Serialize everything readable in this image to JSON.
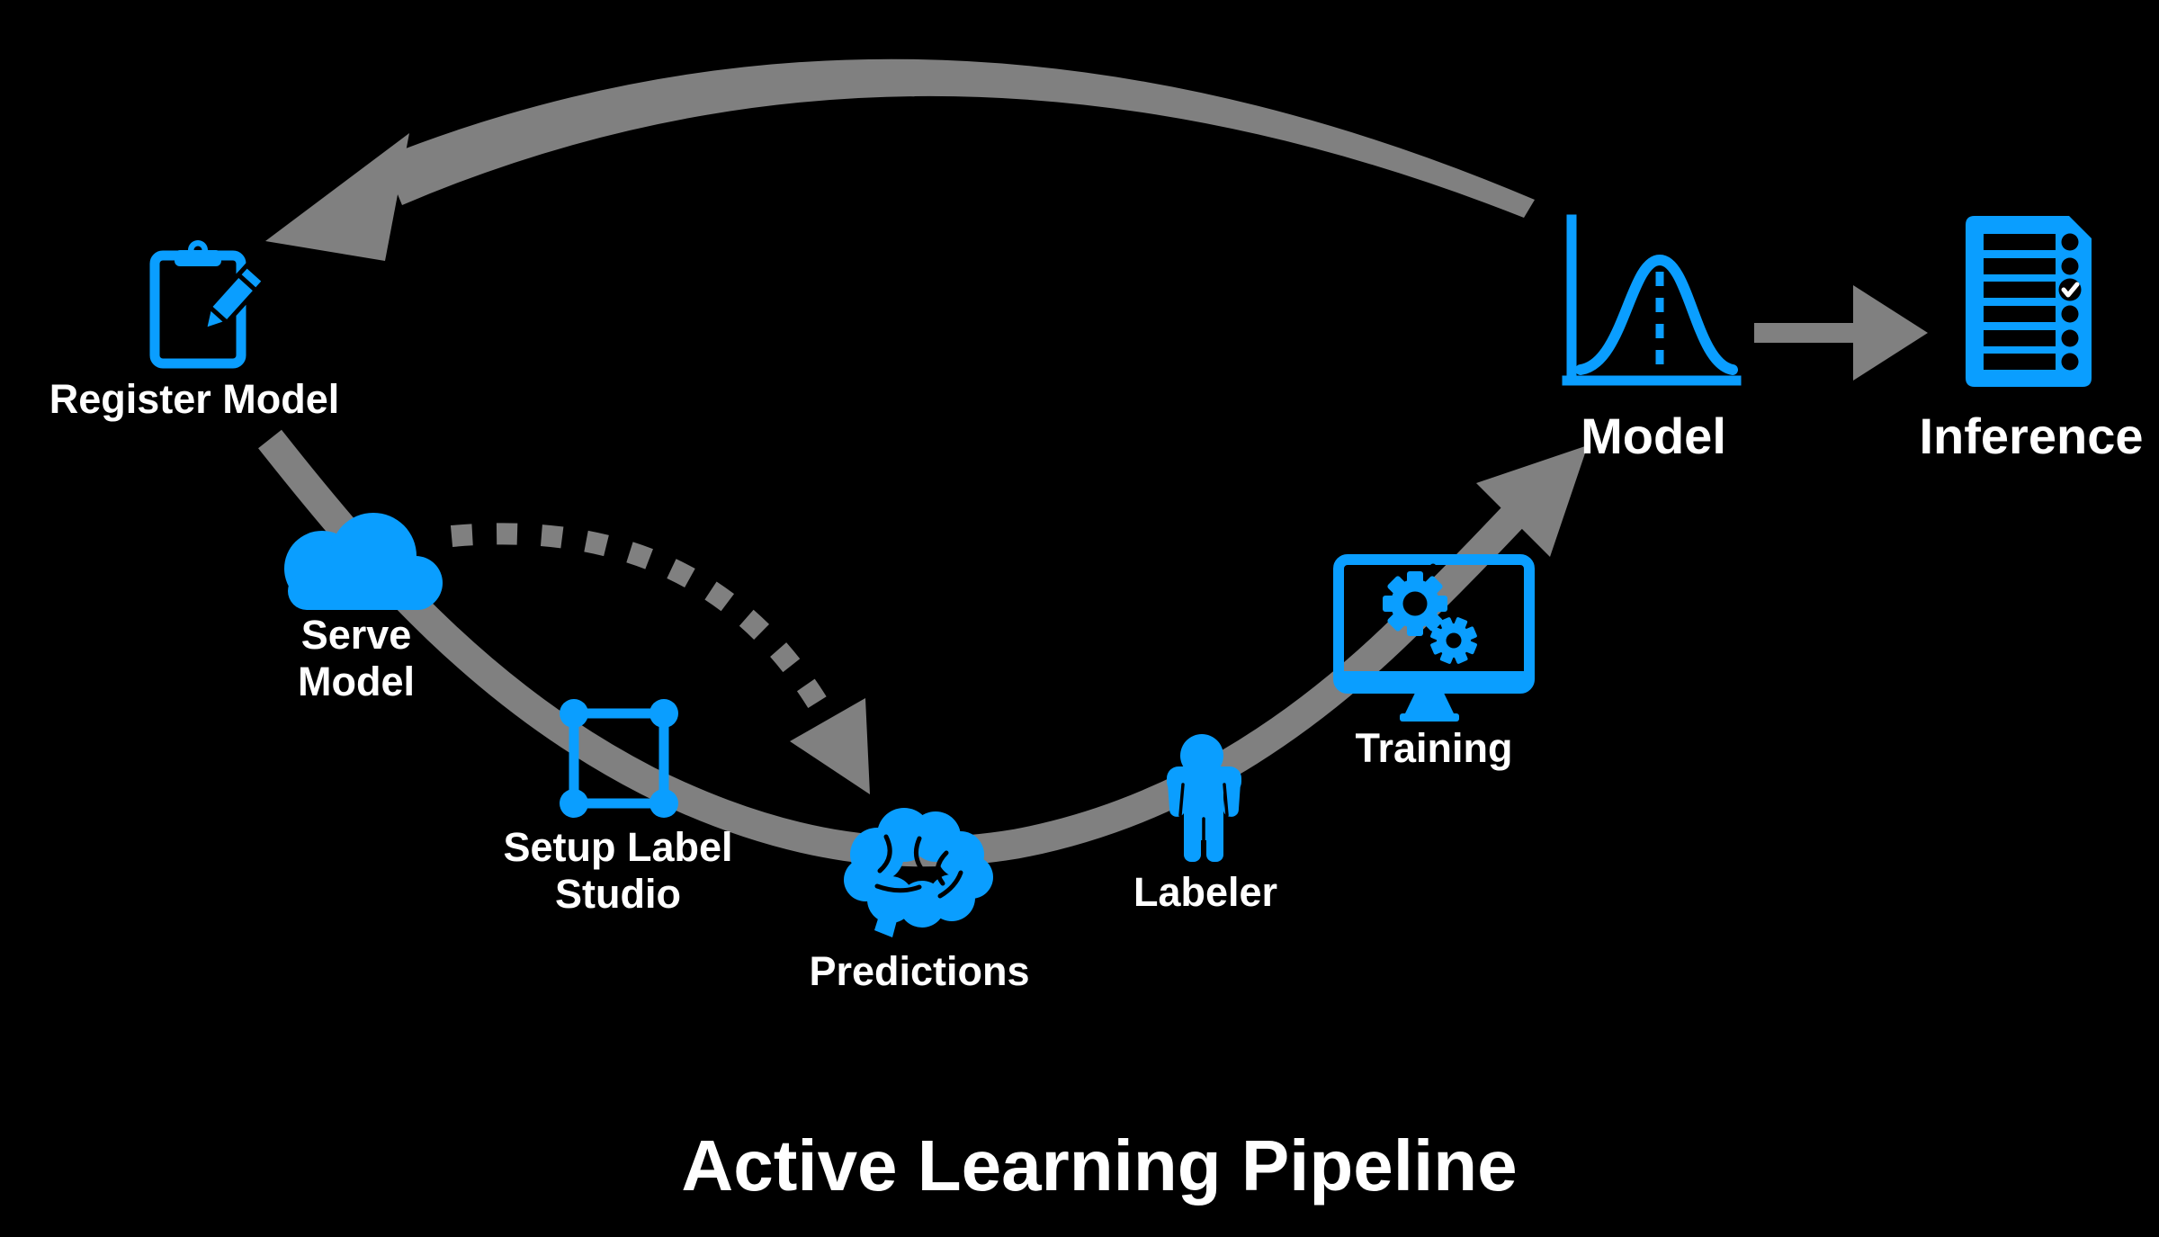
{
  "title": "Active Learning Pipeline",
  "colors": {
    "background": "#000000",
    "accent_blue": "#0a9eff",
    "arrow_gray": "#808080",
    "text_white": "#ffffff"
  },
  "nodes": {
    "register_model": {
      "label": "Register Model",
      "icon": "clipboard-pencil-icon"
    },
    "serve_model": {
      "line1": "Serve",
      "line2": "Model",
      "icon": "cloud-icon"
    },
    "setup_label_studio": {
      "line1": "Setup Label",
      "line2": "Studio",
      "icon": "bounding-box-icon"
    },
    "predictions": {
      "label": "Predictions",
      "icon": "brain-icon"
    },
    "labeler": {
      "label": "Labeler",
      "icon": "person-icon"
    },
    "training": {
      "label": "Training",
      "icon": "monitor-gears-icon"
    },
    "model": {
      "label": "Model",
      "icon": "bell-curve-chart-icon"
    },
    "inference": {
      "label": "Inference",
      "icon": "document-checklist-icon"
    }
  },
  "edges": [
    {
      "from": "model",
      "to": "register_model",
      "style": "solid",
      "shape": "arc-over-top"
    },
    {
      "from": "register_model",
      "to": "model",
      "style": "solid",
      "shape": "u-curve",
      "via": [
        "serve_model",
        "setup_label_studio",
        "predictions",
        "labeler",
        "training"
      ]
    },
    {
      "from": "serve_model",
      "to": "predictions",
      "style": "dashed",
      "shape": "arc"
    },
    {
      "from": "model",
      "to": "inference",
      "style": "solid",
      "shape": "straight"
    }
  ]
}
